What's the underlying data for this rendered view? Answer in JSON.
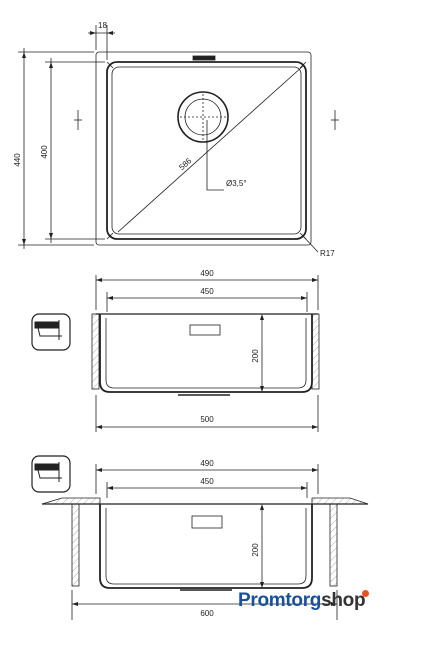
{
  "colors": {
    "line": "#222222",
    "brand_blue": "#1a4f9c",
    "brand_dark": "#333333",
    "brand_accent": "#e8541f"
  },
  "top_view": {
    "dims": {
      "rim": "18",
      "outer_height": "440",
      "inner_height": "400",
      "diagonal": "586",
      "drain": "Ø3,5°",
      "radius": "R17"
    }
  },
  "side_view_1": {
    "dims": {
      "top_width": "490",
      "inner_width": "450",
      "depth": "200",
      "bottom_width": "500"
    }
  },
  "side_view_2": {
    "dims": {
      "top_width": "490",
      "inner_width": "450",
      "depth": "200",
      "bottom_width": "600"
    }
  },
  "brand": {
    "part1": "Promtorg",
    "part2": "shop"
  }
}
